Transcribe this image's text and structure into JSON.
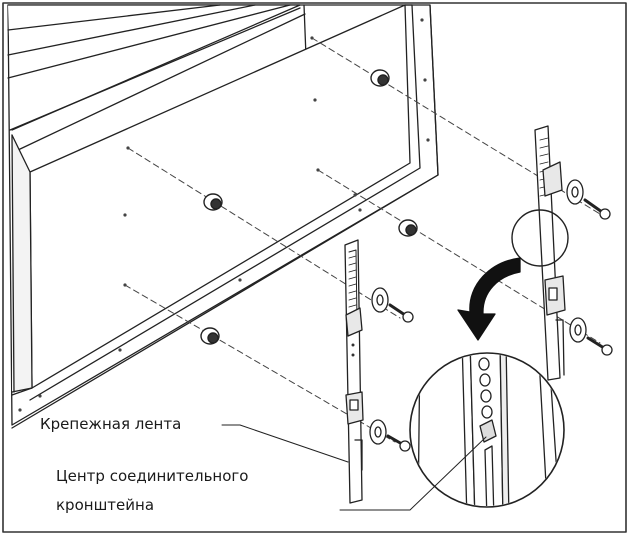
{
  "labels": {
    "mounting_strap": "Крепежная лента",
    "bracket_center_line1": "Центр соединительного",
    "bracket_center_line2": "кронштейна"
  },
  "colors": {
    "line": "#222222",
    "fill": "#ffffff",
    "shade": "#e8e8e8",
    "arrow": "#111111"
  }
}
